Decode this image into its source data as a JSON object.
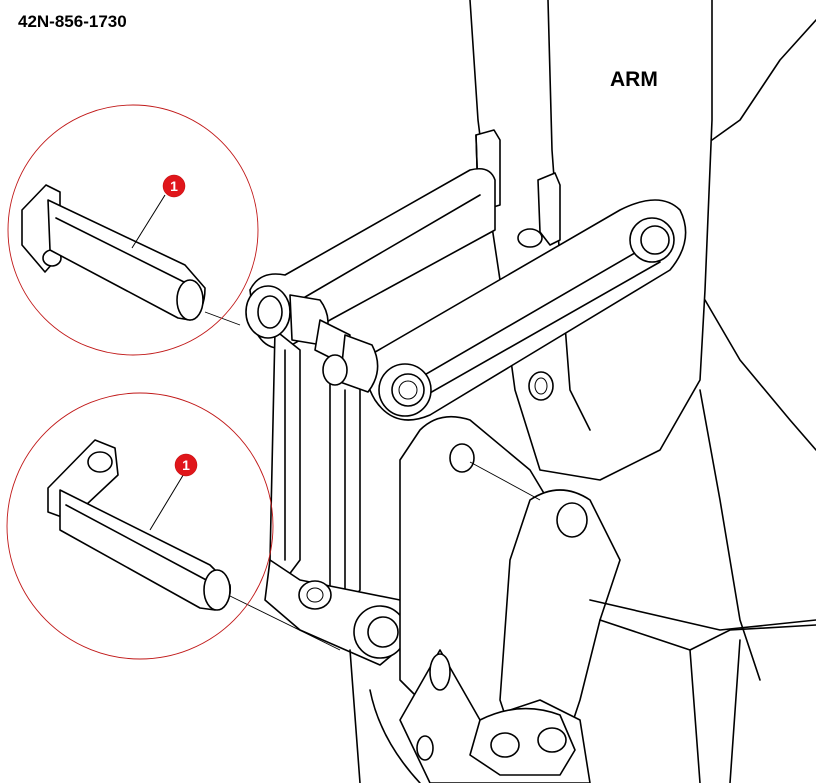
{
  "header": {
    "part_number": "42N-856-1730"
  },
  "labels": {
    "arm": "ARM"
  },
  "callouts": [
    {
      "number": "1"
    },
    {
      "number": "1"
    }
  ]
}
